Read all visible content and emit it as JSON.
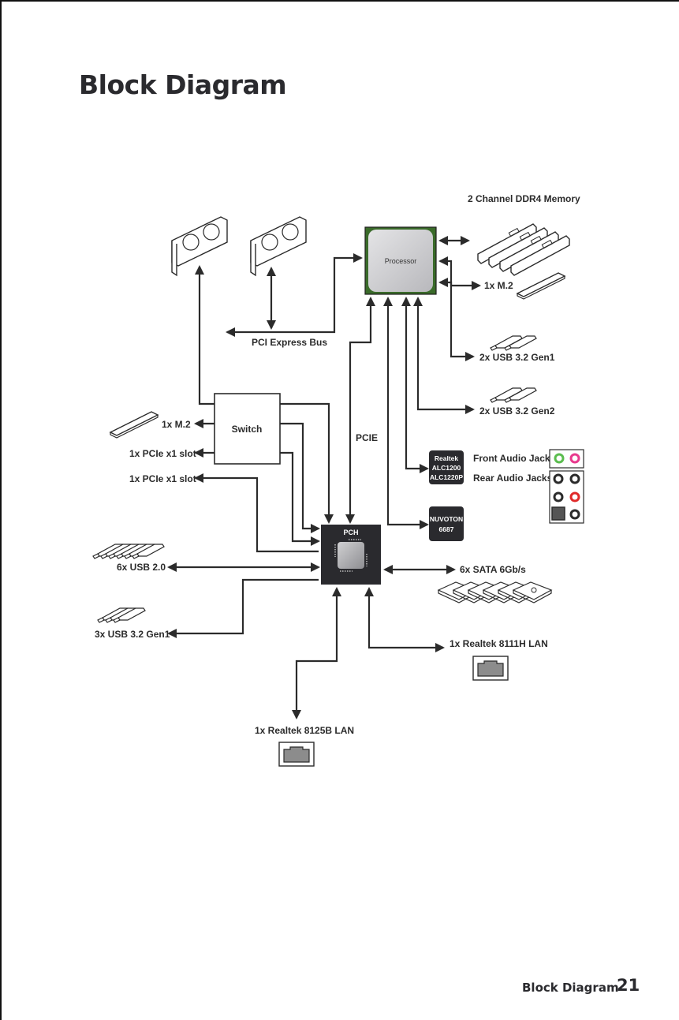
{
  "page": {
    "title": "Block Diagram",
    "footer_label": "Block Diagram",
    "page_number": "21"
  },
  "diagram": {
    "processor": {
      "label": "Processor",
      "color": "#3a6b2a"
    },
    "pch": {
      "label": "PCH"
    },
    "switch": {
      "label": "Switch"
    },
    "pci_express_bus": "PCI Express Bus",
    "pcie_label": "PCIE",
    "memory": "2 Channel DDR4 Memory",
    "cpu_m2": "1x M.2",
    "cpu_usb_gen1": "2x USB 3.2 Gen1",
    "cpu_usb_gen2": "2x USB 3.2 Gen2",
    "audio_codec": {
      "line1": "Realtek",
      "line2": "ALC1200",
      "line3": "ALC1220P"
    },
    "front_audio": "Front Audio Jacks",
    "rear_audio": "Rear Audio Jacks",
    "superio": {
      "line1": "NUVOTON",
      "line2": "6687"
    },
    "switch_m2": "1x M.2",
    "switch_pcie_slot": "1x PCIe x1 slot",
    "pch_pcie_slot": "1x PCIe x1 slot",
    "usb20": "6x USB 2.0",
    "pch_usb_gen1": "3x USB 3.2 Gen1",
    "sata": "6x SATA 6Gb/s",
    "lan_8111h": "1x Realtek 8111H LAN",
    "lan_8125b": "1x Realtek 8125B LAN",
    "audio_jack_colors": {
      "green": "#5bbd4f",
      "pink": "#e8398d",
      "red": "#e02a2a",
      "black": "#2b2b2b"
    }
  }
}
